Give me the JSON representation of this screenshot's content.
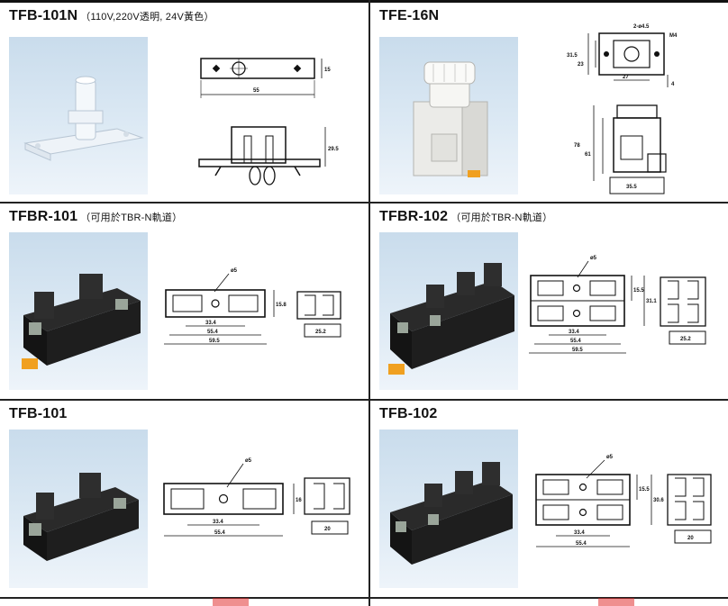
{
  "products": [
    {
      "model": "TFB-101N",
      "note": "（110V,220V透明, 24V黃色）",
      "dims": [
        "55",
        "15",
        "29.5"
      ]
    },
    {
      "model": "TFE-16N",
      "note": "",
      "dims": [
        "2-ø4.5",
        "M4",
        "31.5",
        "23",
        "27",
        "4",
        "78",
        "61",
        "35.5"
      ]
    },
    {
      "model": "TFBR-101",
      "note": "（可用於TBR-N軌道）",
      "dims": [
        "ø5",
        "33.4",
        "55.4",
        "59.5",
        "15.8",
        "25.2"
      ]
    },
    {
      "model": "TFBR-102",
      "note": "（可用於TBR-N軌道）",
      "dims": [
        "ø5",
        "33.4",
        "55.4",
        "59.5",
        "15.5",
        "31.1",
        "25.2"
      ]
    },
    {
      "model": "TFB-101",
      "note": "",
      "dims": [
        "ø5",
        "33.4",
        "55.4",
        "16",
        "20"
      ]
    },
    {
      "model": "TFB-102",
      "note": "",
      "dims": [
        "ø5",
        "33.4",
        "55.4",
        "15.5",
        "30.6",
        "20"
      ]
    }
  ]
}
